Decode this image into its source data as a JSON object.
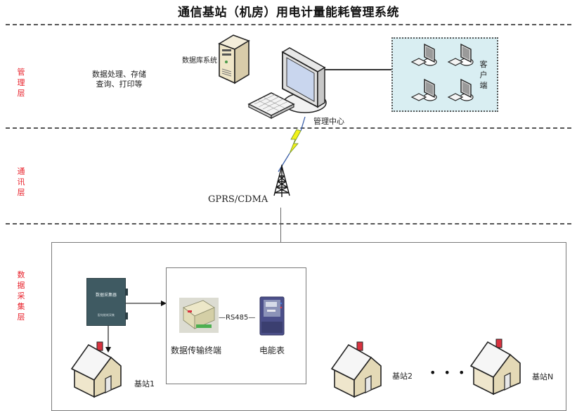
{
  "title": "通信基站（机房）用电计量能耗管理系统",
  "layers": [
    {
      "id": "management",
      "label": "管理层",
      "chars": [
        "管",
        "理",
        "层"
      ]
    },
    {
      "id": "communication",
      "label": "通讯层",
      "chars": [
        "通",
        "讯",
        "层"
      ]
    },
    {
      "id": "collection",
      "label": "数据采集层",
      "chars": [
        "数",
        "据",
        "采",
        "集",
        "层"
      ]
    }
  ],
  "management": {
    "functions_line1": "数据处理、存储",
    "functions_line2": "查询、打印等",
    "database_label": "数据库系统",
    "center_label": "管理中心",
    "client_label": "客户端",
    "client_chars": [
      "客",
      "户",
      "端"
    ],
    "client_count": 4
  },
  "communication": {
    "network_label": "GPRS/CDMA"
  },
  "collection": {
    "collector_device_label": "数据采集器",
    "collector_device_sublabel": "配电能耗采集",
    "dtu_label": "数据传输终端",
    "bus_label": "RS485",
    "meter_label": "电能表",
    "stations": [
      {
        "label": "基站1"
      },
      {
        "label": "基站2"
      },
      {
        "label": "基站N"
      }
    ],
    "ellipsis": "• • •"
  },
  "colors": {
    "layer_label": "#e8202a",
    "client_bg": "#d9eef2",
    "collector_box": "#3f5a62",
    "lightning": "#f2f21a",
    "roof_chimney": "#d9323f"
  }
}
